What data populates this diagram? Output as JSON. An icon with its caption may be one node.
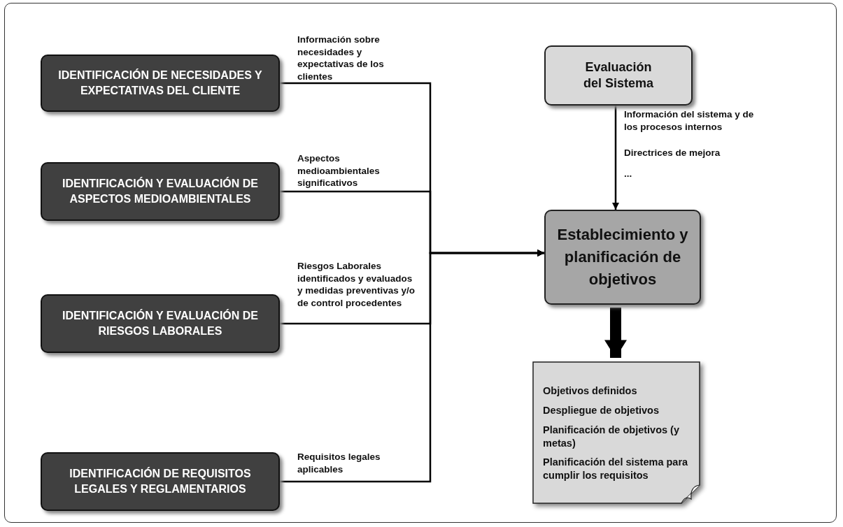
{
  "diagram": {
    "nodes": [
      {
        "text": [
          "IDENTIFICACIÓN DE NECESIDADES Y EXPECTATIVAS DEL CLIENTE"
        ]
      },
      {
        "text": [
          "IDENTIFICACIÓN Y EVALUACIÓN DE ASPECTOS MEDIOAMBIENTALES"
        ]
      },
      {
        "text": [
          "IDENTIFICACIÓN Y EVALUACIÓN DE RIESGOS LABORALES"
        ]
      },
      {
        "text": [
          "IDENTIFICACIÓN DE REQUISITOS LEGALES Y REGLAMENTARIOS"
        ]
      },
      {
        "text": [
          "Evaluación del Sistema"
        ]
      },
      {
        "text": [
          "Establecimiento y planificación de objetivos"
        ]
      },
      {
        "text": [
          "Objetivos definidos",
          "Despliegue de objetivos",
          "Planificación de objetivos (y metas)",
          "Planificación del sistema para cumplir los requisitos"
        ]
      }
    ],
    "edges": [
      {
        "from": 0,
        "to": 5,
        "arrow": "to",
        "label": "Información sobre necesidades y expectativas de los clientes"
      },
      {
        "from": 1,
        "to": 5,
        "arrow": "to",
        "label": "Aspectos medioambientales significativos"
      },
      {
        "from": 2,
        "to": 5,
        "arrow": "to",
        "label": "Riesgos Laborales identificados y evaluados y medidas preventivas y/o de control procedentes"
      },
      {
        "from": 3,
        "to": 5,
        "arrow": "to",
        "label": "Requisitos legales aplicables"
      },
      {
        "from": 4,
        "to": 5,
        "arrow": "to",
        "label": "Información del sistema y de los procesos internos"
      },
      {
        "from": 5,
        "to": 6,
        "arrow": "to",
        "style": "thick"
      }
    ],
    "labels": [
      "Directrices de mejora",
      "..."
    ]
  }
}
